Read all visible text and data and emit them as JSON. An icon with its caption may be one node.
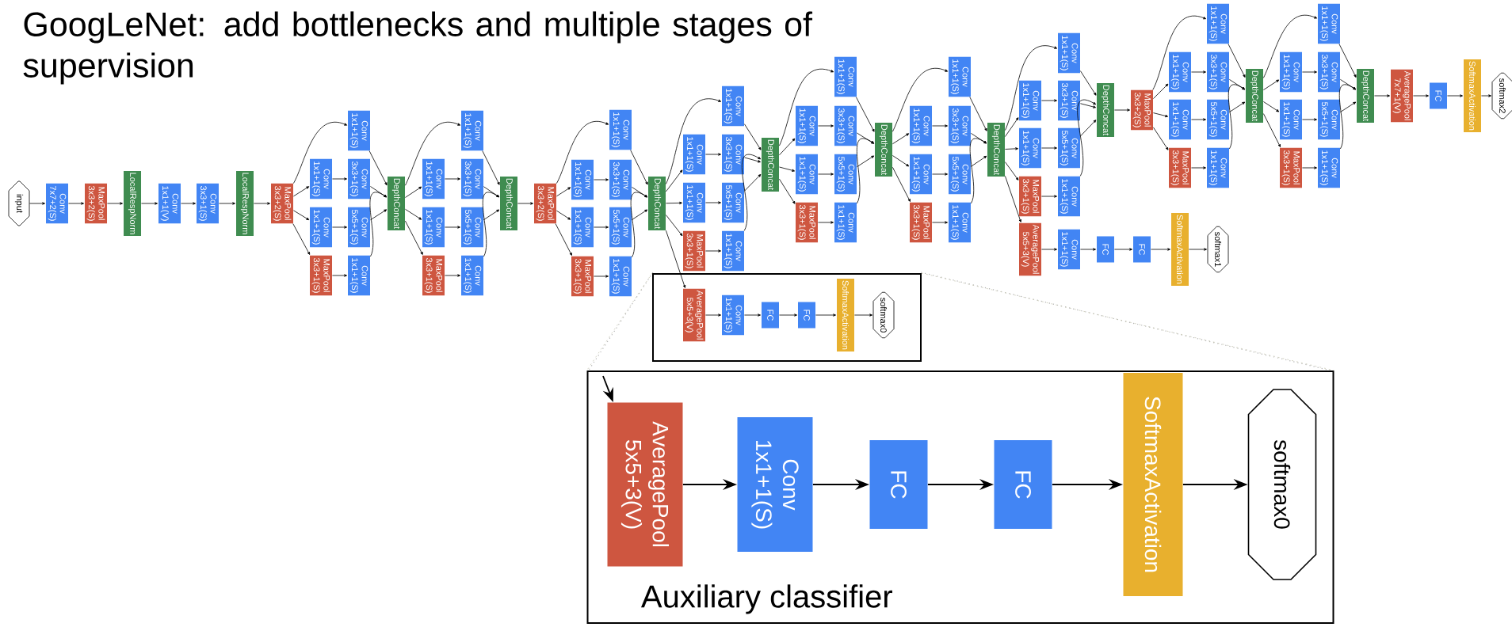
{
  "diagram": {
    "title": "GoogLeNet: add bottlenecks and multiple stages of supervision",
    "nodes": [
      {
        "text": [
          "input"
        ]
      },
      {
        "text": [
          "Conv 7x7+2(S)"
        ]
      },
      {
        "text": [
          "MaxPool 3x3+2(S)"
        ]
      },
      {
        "text": [
          "LocalRespNorm"
        ]
      },
      {
        "text": [
          "Conv 1x1+1(V)"
        ]
      },
      {
        "text": [
          "Conv 3x3+1(S)"
        ]
      },
      {
        "text": [
          "LocalRespNorm"
        ]
      },
      {
        "text": [
          "MaxPool 3x3+2(S)"
        ]
      },
      {
        "text": [
          "Conv 1x1+1(S)"
        ]
      },
      {
        "text": [
          "Conv 1x1+1(S)"
        ]
      },
      {
        "text": [
          "MaxPool 3x3+1(S)"
        ]
      },
      {
        "text": [
          "Conv 1x1+1(S)"
        ]
      },
      {
        "text": [
          "Conv 3x3+1(S)"
        ]
      },
      {
        "text": [
          "Conv 5x5+1(S)"
        ]
      },
      {
        "text": [
          "Conv 1x1+1(S)"
        ]
      },
      {
        "text": [
          "DepthConcat"
        ]
      },
      {
        "text": [
          "Conv 1x1+1(S)"
        ]
      },
      {
        "text": [
          "Conv 1x1+1(S)"
        ]
      },
      {
        "text": [
          "MaxPool 3x3+1(S)"
        ]
      },
      {
        "text": [
          "Conv 1x1+1(S)"
        ]
      },
      {
        "text": [
          "Conv 3x3+1(S)"
        ]
      },
      {
        "text": [
          "Conv 5x5+1(S)"
        ]
      },
      {
        "text": [
          "Conv 1x1+1(S)"
        ]
      },
      {
        "text": [
          "DepthConcat"
        ]
      },
      {
        "text": [
          "MaxPool 3x3+2(S)"
        ]
      },
      {
        "text": [
          "Conv 1x1+1(S)"
        ]
      },
      {
        "text": [
          "Conv 1x1+1(S)"
        ]
      },
      {
        "text": [
          "MaxPool 3x3+1(S)"
        ]
      },
      {
        "text": [
          "Conv 1x1+1(S)"
        ]
      },
      {
        "text": [
          "Conv 3x3+1(S)"
        ]
      },
      {
        "text": [
          "Conv 5x5+1(S)"
        ]
      },
      {
        "text": [
          "Conv 1x1+1(S)"
        ]
      },
      {
        "text": [
          "DepthConcat"
        ]
      },
      {
        "text": [
          "Conv 1x1+1(S)"
        ]
      },
      {
        "text": [
          "Conv 1x1+1(S)"
        ]
      },
      {
        "text": [
          "MaxPool 3x3+1(S)"
        ]
      },
      {
        "text": [
          "Conv 1x1+1(S)"
        ]
      },
      {
        "text": [
          "Conv 3x3+1(S)"
        ]
      },
      {
        "text": [
          "Conv 5x5+1(S)"
        ]
      },
      {
        "text": [
          "Conv 1x1+1(S)"
        ]
      },
      {
        "text": [
          "DepthConcat"
        ]
      },
      {
        "text": [],
        "shape": "box"
      },
      {
        "text": [
          "AveragePool 5x5+3(V)"
        ],
        "in": 41
      },
      {
        "text": [
          "Conv 1x1+1(S)"
        ],
        "in": 41
      },
      {
        "text": [
          "FC"
        ],
        "in": 41
      },
      {
        "text": [
          "FC"
        ],
        "in": 41
      },
      {
        "text": [
          "SoftmaxActivation"
        ],
        "in": 41
      },
      {
        "text": [
          "softmax0"
        ],
        "in": 41
      },
      {
        "text": [
          "Conv 1x1+1(S)"
        ]
      },
      {
        "text": [
          "Conv 1x1+1(S)"
        ]
      },
      {
        "text": [
          "MaxPool 3x3+1(S)"
        ]
      },
      {
        "text": [
          "Conv 1x1+1(S)"
        ]
      },
      {
        "text": [
          "Conv 3x3+1(S)"
        ]
      },
      {
        "text": [
          "Conv 5x5+1(S)"
        ]
      },
      {
        "text": [
          "Conv 1x1+1(S)"
        ]
      },
      {
        "text": [
          "DepthConcat"
        ]
      },
      {
        "text": [
          "Conv 1x1+1(S)"
        ]
      },
      {
        "text": [
          "Conv 1x1+1(S)"
        ]
      },
      {
        "text": [
          "MaxPool 3x3+1(S)"
        ]
      },
      {
        "text": [
          "Conv 1x1+1(S)"
        ]
      },
      {
        "text": [
          "Conv 3x3+1(S)"
        ]
      },
      {
        "text": [
          "Conv 5x5+1(S)"
        ]
      },
      {
        "text": [
          "Conv 1x1+1(S)"
        ]
      },
      {
        "text": [
          "DepthConcat"
        ]
      },
      {
        "text": [
          "Conv 1x1+1(S)"
        ]
      },
      {
        "text": [
          "Conv 1x1+1(S)"
        ]
      },
      {
        "text": [
          "MaxPool 3x3+1(S)"
        ]
      },
      {
        "text": [
          "Conv 1x1+1(S)"
        ]
      },
      {
        "text": [
          "Conv 3x3+1(S)"
        ]
      },
      {
        "text": [
          "Conv 5x5+1(S)"
        ]
      },
      {
        "text": [
          "Conv 1x1+1(S)"
        ]
      },
      {
        "text": [
          "DepthConcat"
        ]
      },
      {
        "text": [
          "AveragePool 5x5+3(V)"
        ]
      },
      {
        "text": [
          "Conv 1x1+1(S)"
        ]
      },
      {
        "text": [
          "FC"
        ]
      },
      {
        "text": [
          "FC"
        ]
      },
      {
        "text": [
          "SoftmaxActivation"
        ]
      },
      {
        "text": [
          "softmax1"
        ]
      },
      {
        "text": [
          "MaxPool 3x3+2(S)"
        ]
      },
      {
        "text": [
          "Conv 1x1+1(S)"
        ]
      },
      {
        "text": [
          "Conv 1x1+1(S)"
        ]
      },
      {
        "text": [
          "MaxPool 3x3+1(S)"
        ]
      },
      {
        "text": [
          "Conv 1x1+1(S)"
        ]
      },
      {
        "text": [
          "Conv 3x3+1(S)"
        ]
      },
      {
        "text": [
          "Conv 5x5+1(S)"
        ]
      },
      {
        "text": [
          "Conv 1x1+1(S)"
        ]
      },
      {
        "text": [
          "DepthConcat"
        ]
      },
      {
        "text": [
          "Conv 1x1+1(S)"
        ]
      },
      {
        "text": [
          "Conv 1x1+1(S)"
        ]
      },
      {
        "text": [
          "MaxPool 3x3+1(S)"
        ]
      },
      {
        "text": [
          "Conv 1x1+1(S)"
        ]
      },
      {
        "text": [
          "Conv 3x3+1(S)"
        ]
      },
      {
        "text": [
          "Conv 5x5+1(S)"
        ]
      },
      {
        "text": [
          "Conv 1x1+1(S)"
        ]
      },
      {
        "text": [
          "DepthConcat"
        ]
      },
      {
        "text": [
          "AveragePool 7x7+1(V)"
        ]
      },
      {
        "text": [
          "FC"
        ]
      },
      {
        "text": [
          "SoftmaxActivation"
        ]
      },
      {
        "text": [
          "softmax2"
        ]
      },
      {
        "text": [
          "Auxiliary classifier"
        ]
      },
      {
        "text": [
          "AveragePool 5x5+3(V)"
        ],
        "in": 99
      },
      {
        "text": [
          "Conv 1x1+1(S)"
        ],
        "in": 99
      },
      {
        "text": [
          "FC"
        ],
        "in": 99
      },
      {
        "text": [
          "FC"
        ],
        "in": 99
      },
      {
        "text": [
          "SoftmaxActivation"
        ],
        "in": 99
      },
      {
        "text": [
          "softmax0"
        ],
        "in": 99
      }
    ],
    "edges": [
      {
        "from": 0,
        "to": 1,
        "arrow": "to"
      },
      {
        "from": 1,
        "to": 2,
        "arrow": "to"
      },
      {
        "from": 2,
        "to": 3,
        "arrow": "to"
      },
      {
        "from": 3,
        "to": 4,
        "arrow": "to"
      },
      {
        "from": 4,
        "to": 5,
        "arrow": "to"
      },
      {
        "from": 5,
        "to": 6,
        "arrow": "to"
      },
      {
        "from": 6,
        "to": 7,
        "arrow": "to"
      },
      {
        "from": 7,
        "to": 8,
        "arrow": "to"
      },
      {
        "from": 7,
        "to": 9,
        "arrow": "to"
      },
      {
        "from": 7,
        "to": 10,
        "arrow": "to"
      },
      {
        "from": 7,
        "to": 11,
        "arrow": "to"
      },
      {
        "from": 8,
        "to": 12,
        "arrow": "to"
      },
      {
        "from": 9,
        "to": 13,
        "arrow": "to"
      },
      {
        "from": 10,
        "to": 14,
        "arrow": "to"
      },
      {
        "from": 11,
        "to": 15,
        "arrow": "to"
      },
      {
        "from": 12,
        "to": 15,
        "arrow": "to"
      },
      {
        "from": 13,
        "to": 15,
        "arrow": "to"
      },
      {
        "from": 14,
        "to": 15,
        "arrow": "to"
      },
      {
        "from": 15,
        "to": 16,
        "arrow": "to"
      },
      {
        "from": 15,
        "to": 17,
        "arrow": "to"
      },
      {
        "from": 15,
        "to": 18,
        "arrow": "to"
      },
      {
        "from": 15,
        "to": 19,
        "arrow": "to"
      },
      {
        "from": 16,
        "to": 20,
        "arrow": "to"
      },
      {
        "from": 17,
        "to": 21,
        "arrow": "to"
      },
      {
        "from": 18,
        "to": 22,
        "arrow": "to"
      },
      {
        "from": 19,
        "to": 23,
        "arrow": "to"
      },
      {
        "from": 20,
        "to": 23,
        "arrow": "to"
      },
      {
        "from": 21,
        "to": 23,
        "arrow": "to"
      },
      {
        "from": 22,
        "to": 23,
        "arrow": "to"
      },
      {
        "from": 23,
        "to": 24,
        "arrow": "to"
      },
      {
        "from": 24,
        "to": 25,
        "arrow": "to"
      },
      {
        "from": 24,
        "to": 26,
        "arrow": "to"
      },
      {
        "from": 24,
        "to": 27,
        "arrow": "to"
      },
      {
        "from": 24,
        "to": 28,
        "arrow": "to"
      },
      {
        "from": 25,
        "to": 29,
        "arrow": "to"
      },
      {
        "from": 26,
        "to": 30,
        "arrow": "to"
      },
      {
        "from": 27,
        "to": 31,
        "arrow": "to"
      },
      {
        "from": 28,
        "to": 32,
        "arrow": "to"
      },
      {
        "from": 29,
        "to": 32,
        "arrow": "to"
      },
      {
        "from": 30,
        "to": 32,
        "arrow": "to"
      },
      {
        "from": 31,
        "to": 32,
        "arrow": "to"
      },
      {
        "from": 32,
        "to": 33,
        "arrow": "to"
      },
      {
        "from": 32,
        "to": 34,
        "arrow": "to"
      },
      {
        "from": 32,
        "to": 35,
        "arrow": "to"
      },
      {
        "from": 32,
        "to": 36,
        "arrow": "to"
      },
      {
        "from": 33,
        "to": 37,
        "arrow": "to"
      },
      {
        "from": 34,
        "to": 38,
        "arrow": "to"
      },
      {
        "from": 35,
        "to": 39,
        "arrow": "to"
      },
      {
        "from": 36,
        "to": 40,
        "arrow": "to"
      },
      {
        "from": 37,
        "to": 40,
        "arrow": "to"
      },
      {
        "from": 38,
        "to": 40,
        "arrow": "to"
      },
      {
        "from": 39,
        "to": 40,
        "arrow": "to"
      },
      {
        "from": 32,
        "to": 42,
        "arrow": "to"
      },
      {
        "from": 42,
        "to": 43,
        "arrow": "to"
      },
      {
        "from": 43,
        "to": 44,
        "arrow": "to"
      },
      {
        "from": 44,
        "to": 45,
        "arrow": "to"
      },
      {
        "from": 45,
        "to": 46,
        "arrow": "to"
      },
      {
        "from": 46,
        "to": 47,
        "arrow": "to"
      },
      {
        "from": 40,
        "to": 48,
        "arrow": "to"
      },
      {
        "from": 40,
        "to": 49,
        "arrow": "to"
      },
      {
        "from": 40,
        "to": 50,
        "arrow": "to"
      },
      {
        "from": 40,
        "to": 51,
        "arrow": "to"
      },
      {
        "from": 48,
        "to": 52,
        "arrow": "to"
      },
      {
        "from": 49,
        "to": 53,
        "arrow": "to"
      },
      {
        "from": 50,
        "to": 54,
        "arrow": "to"
      },
      {
        "from": 51,
        "to": 55,
        "arrow": "to"
      },
      {
        "from": 52,
        "to": 55,
        "arrow": "to"
      },
      {
        "from": 53,
        "to": 55,
        "arrow": "to"
      },
      {
        "from": 54,
        "to": 55,
        "arrow": "to"
      },
      {
        "from": 55,
        "to": 56,
        "arrow": "to"
      },
      {
        "from": 55,
        "to": 57,
        "arrow": "to"
      },
      {
        "from": 55,
        "to": 58,
        "arrow": "to"
      },
      {
        "from": 55,
        "to": 59,
        "arrow": "to"
      },
      {
        "from": 56,
        "to": 60,
        "arrow": "to"
      },
      {
        "from": 57,
        "to": 61,
        "arrow": "to"
      },
      {
        "from": 58,
        "to": 62,
        "arrow": "to"
      },
      {
        "from": 59,
        "to": 63,
        "arrow": "to"
      },
      {
        "from": 60,
        "to": 63,
        "arrow": "to"
      },
      {
        "from": 61,
        "to": 63,
        "arrow": "to"
      },
      {
        "from": 62,
        "to": 63,
        "arrow": "to"
      },
      {
        "from": 63,
        "to": 64,
        "arrow": "to"
      },
      {
        "from": 63,
        "to": 65,
        "arrow": "to"
      },
      {
        "from": 63,
        "to": 66,
        "arrow": "to"
      },
      {
        "from": 63,
        "to": 67,
        "arrow": "to"
      },
      {
        "from": 64,
        "to": 68,
        "arrow": "to"
      },
      {
        "from": 65,
        "to": 69,
        "arrow": "to"
      },
      {
        "from": 66,
        "to": 70,
        "arrow": "to"
      },
      {
        "from": 67,
        "to": 71,
        "arrow": "to"
      },
      {
        "from": 68,
        "to": 71,
        "arrow": "to"
      },
      {
        "from": 69,
        "to": 71,
        "arrow": "to"
      },
      {
        "from": 70,
        "to": 71,
        "arrow": "to"
      },
      {
        "from": 63,
        "to": 72,
        "arrow": "to"
      },
      {
        "from": 72,
        "to": 73,
        "arrow": "to"
      },
      {
        "from": 73,
        "to": 74,
        "arrow": "to"
      },
      {
        "from": 74,
        "to": 75,
        "arrow": "to"
      },
      {
        "from": 75,
        "to": 76,
        "arrow": "to"
      },
      {
        "from": 76,
        "to": 77,
        "arrow": "to"
      },
      {
        "from": 71,
        "to": 78,
        "arrow": "to"
      },
      {
        "from": 78,
        "to": 79,
        "arrow": "to"
      },
      {
        "from": 78,
        "to": 80,
        "arrow": "to"
      },
      {
        "from": 78,
        "to": 81,
        "arrow": "to"
      },
      {
        "from": 78,
        "to": 82,
        "arrow": "to"
      },
      {
        "from": 79,
        "to": 83,
        "arrow": "to"
      },
      {
        "from": 80,
        "to": 84,
        "arrow": "to"
      },
      {
        "from": 81,
        "to": 85,
        "arrow": "to"
      },
      {
        "from": 82,
        "to": 86,
        "arrow": "to"
      },
      {
        "from": 83,
        "to": 86,
        "arrow": "to"
      },
      {
        "from": 84,
        "to": 86,
        "arrow": "to"
      },
      {
        "from": 85,
        "to": 86,
        "arrow": "to"
      },
      {
        "from": 86,
        "to": 87,
        "arrow": "to"
      },
      {
        "from": 86,
        "to": 88,
        "arrow": "to"
      },
      {
        "from": 86,
        "to": 89,
        "arrow": "to"
      },
      {
        "from": 86,
        "to": 90,
        "arrow": "to"
      },
      {
        "from": 87,
        "to": 91,
        "arrow": "to"
      },
      {
        "from": 88,
        "to": 92,
        "arrow": "to"
      },
      {
        "from": 89,
        "to": 93,
        "arrow": "to"
      },
      {
        "from": 90,
        "to": 94,
        "arrow": "to"
      },
      {
        "from": 91,
        "to": 94,
        "arrow": "to"
      },
      {
        "from": 92,
        "to": 94,
        "arrow": "to"
      },
      {
        "from": 93,
        "to": 94,
        "arrow": "to"
      },
      {
        "from": 94,
        "to": 95,
        "arrow": "to"
      },
      {
        "from": 95,
        "to": 96,
        "arrow": "to"
      },
      {
        "from": 96,
        "to": 97,
        "arrow": "to"
      },
      {
        "from": 97,
        "to": 98,
        "arrow": "to"
      },
      {
        "from": 41,
        "to": 99,
        "arrow": "none",
        "style": "dashed",
        "color": "#c8c8b4"
      },
      {
        "from": 41,
        "to": 99,
        "arrow": "none",
        "style": "dashed",
        "color": "#c8c8b4"
      },
      {
        "from": null,
        "to": 100,
        "arrow": "to"
      },
      {
        "from": 100,
        "to": 101,
        "arrow": "to"
      },
      {
        "from": 101,
        "to": 102,
        "arrow": "to"
      },
      {
        "from": 102,
        "to": 103,
        "arrow": "to"
      },
      {
        "from": 103,
        "to": 104,
        "arrow": "to"
      },
      {
        "from": 104,
        "to": 105,
        "arrow": "to"
      }
    ]
  }
}
